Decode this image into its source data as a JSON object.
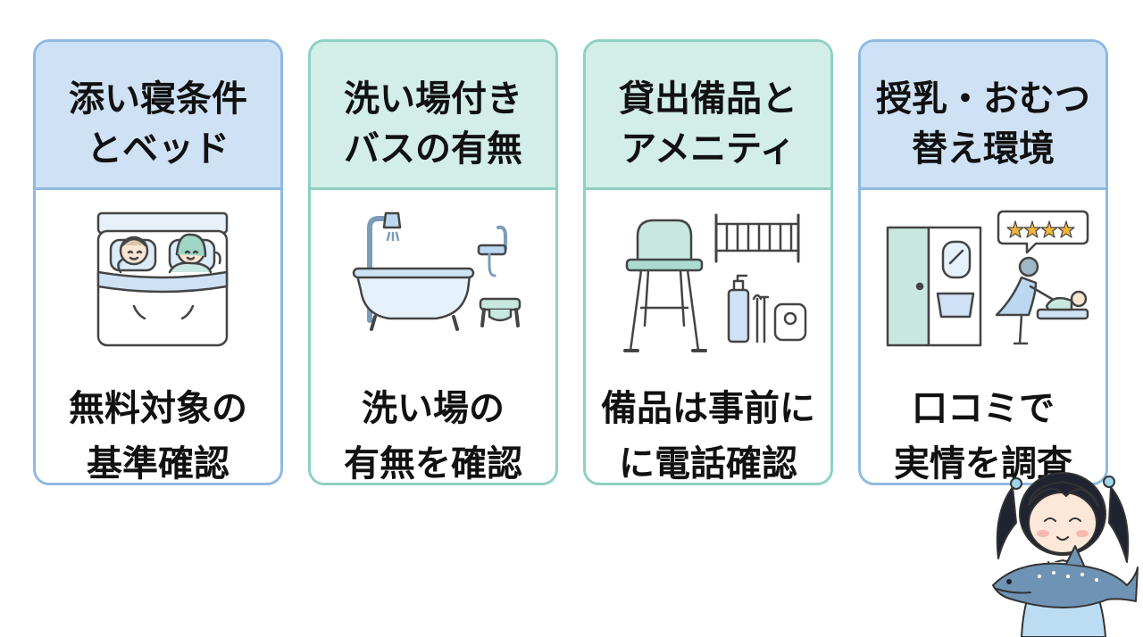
{
  "cards": [
    {
      "title_lines": [
        "添い寝条件",
        "とベッド"
      ],
      "icon": "bed-icon",
      "desc_lines": [
        "無料対象の",
        "基準確認"
      ],
      "theme": "#cfe2f5"
    },
    {
      "title_lines": [
        "洗い場付き",
        "バスの有無"
      ],
      "icon": "bathtub-icon",
      "desc_lines": [
        "洗い場の",
        "有無を確認"
      ],
      "theme": "#d3eee8"
    },
    {
      "title_lines": [
        "貸出備品と",
        "アメニティ"
      ],
      "icon": "baby-equipment-icon",
      "desc_lines": [
        "備品は事前に",
        "に電話確認"
      ],
      "theme": "#d3eee8"
    },
    {
      "title_lines": [
        "授乳・おむつ",
        "替え環境"
      ],
      "icon": "changing-room-icon",
      "desc_lines": [
        "口コミで",
        "実情を調査"
      ],
      "theme": "#cfe2f5"
    }
  ],
  "colors": {
    "blue_border": "#8fb9e2",
    "blue_fill": "#cfe2f5",
    "mint_border": "#8fd0c3",
    "mint_fill": "#d3eee8",
    "star": "#f2b63c"
  }
}
